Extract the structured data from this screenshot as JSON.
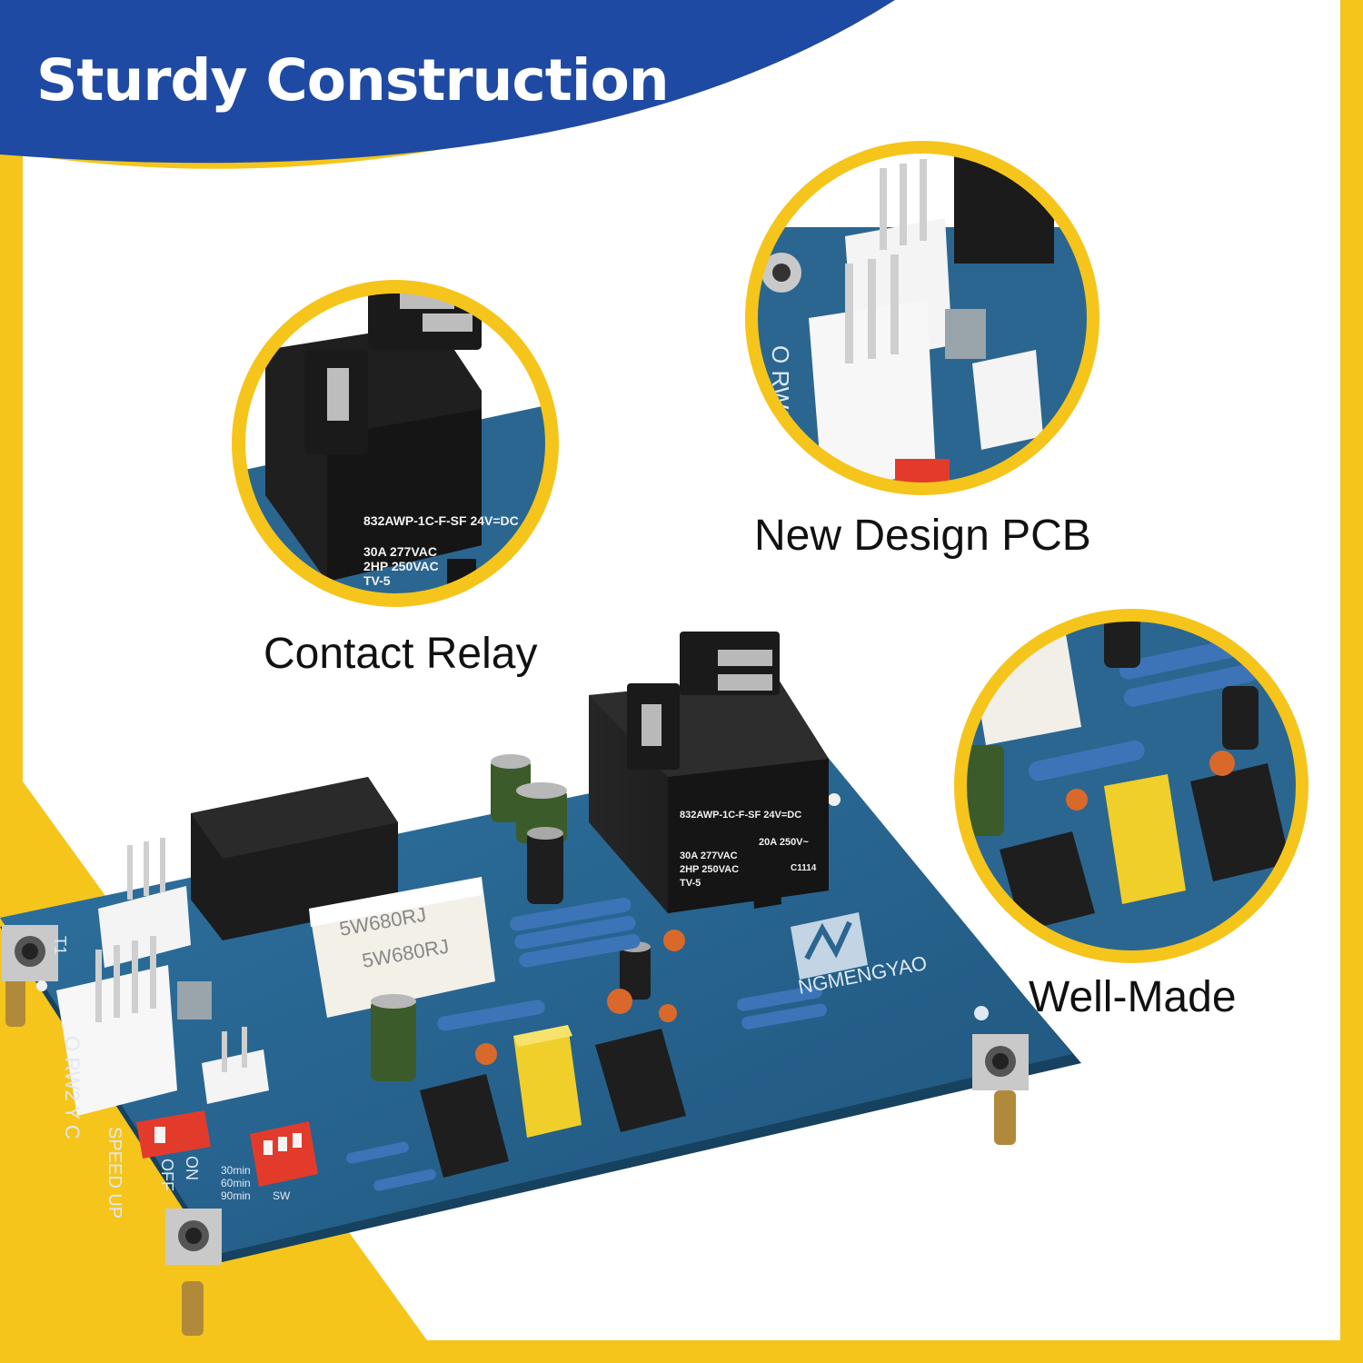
{
  "banner": {
    "title": "Sturdy Construction"
  },
  "captions": {
    "relay": "Contact Relay",
    "pcb": "New Design PCB",
    "well_made": "Well-Made"
  },
  "relay_print": {
    "model": "832AWP-1C-F-SF 24V=DC",
    "rating_1": "30A 277VAC",
    "rating_2": "2HP 250VAC",
    "rating_3": "TV-5",
    "rating_4": "20A 250V~",
    "code": "C1114"
  },
  "board_print": {
    "brand": "NGMENGYAO",
    "resistor_1": "5W680RJ",
    "resistor_2": "5W680RJ",
    "speed_up": "SPEED UP",
    "off": "OFF",
    "on": "ON",
    "t30": "30min",
    "t60": "60min",
    "t90": "90min",
    "sw": "SW",
    "terminal_labels": "O RW2 Y C",
    "t1": "T1"
  },
  "colors": {
    "yellow": "#f5c51c",
    "blue_banner": "#1f4aa3",
    "pcb_blue": "#2b6690",
    "relay_black": "#1b1b1b",
    "white": "#ffffff"
  }
}
